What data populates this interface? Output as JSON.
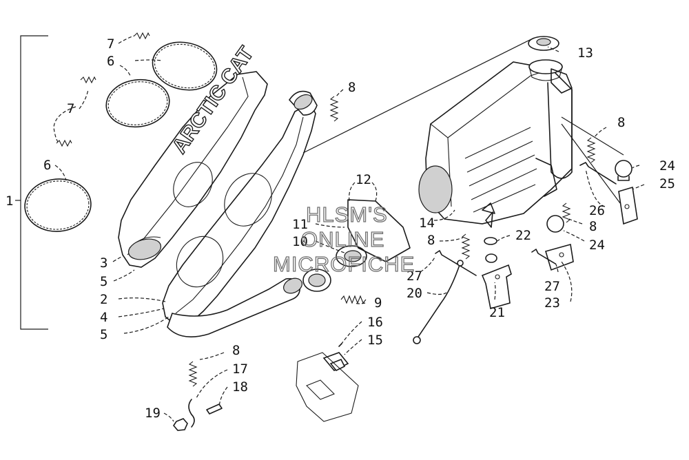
{
  "callouts": [
    {
      "id": "1",
      "label": "1"
    },
    {
      "id": "2",
      "label": "2"
    },
    {
      "id": "3",
      "label": "3"
    },
    {
      "id": "4",
      "label": "4"
    },
    {
      "id": "5a",
      "label": "5"
    },
    {
      "id": "5b",
      "label": "5"
    },
    {
      "id": "6a",
      "label": "6"
    },
    {
      "id": "6b",
      "label": "6"
    },
    {
      "id": "7a",
      "label": "7"
    },
    {
      "id": "7b",
      "label": "7"
    },
    {
      "id": "8a",
      "label": "8"
    },
    {
      "id": "8b",
      "label": "8"
    },
    {
      "id": "8c",
      "label": "8"
    },
    {
      "id": "8d",
      "label": "8"
    },
    {
      "id": "8e",
      "label": "8"
    },
    {
      "id": "9",
      "label": "9"
    },
    {
      "id": "10",
      "label": "10"
    },
    {
      "id": "11",
      "label": "11"
    },
    {
      "id": "12",
      "label": "12"
    },
    {
      "id": "13",
      "label": "13"
    },
    {
      "id": "14",
      "label": "14"
    },
    {
      "id": "15",
      "label": "15"
    },
    {
      "id": "16",
      "label": "16"
    },
    {
      "id": "17",
      "label": "17"
    },
    {
      "id": "18",
      "label": "18"
    },
    {
      "id": "19",
      "label": "19"
    },
    {
      "id": "20",
      "label": "20"
    },
    {
      "id": "21",
      "label": "21"
    },
    {
      "id": "22",
      "label": "22"
    },
    {
      "id": "23",
      "label": "23"
    },
    {
      "id": "24a",
      "label": "24"
    },
    {
      "id": "24b",
      "label": "24"
    },
    {
      "id": "25",
      "label": "25"
    },
    {
      "id": "26",
      "label": "26"
    },
    {
      "id": "27a",
      "label": "27"
    },
    {
      "id": "27b",
      "label": "27"
    }
  ],
  "brand_lettering": "ARCTIC CAT",
  "watermark": {
    "line1": "HLSM'S",
    "line2": "ONLINE",
    "line3": "MICROFICHE"
  },
  "colors": {
    "ink": "#1a1a1a",
    "watermark": "#6f6f6f",
    "background": "#ffffff"
  }
}
